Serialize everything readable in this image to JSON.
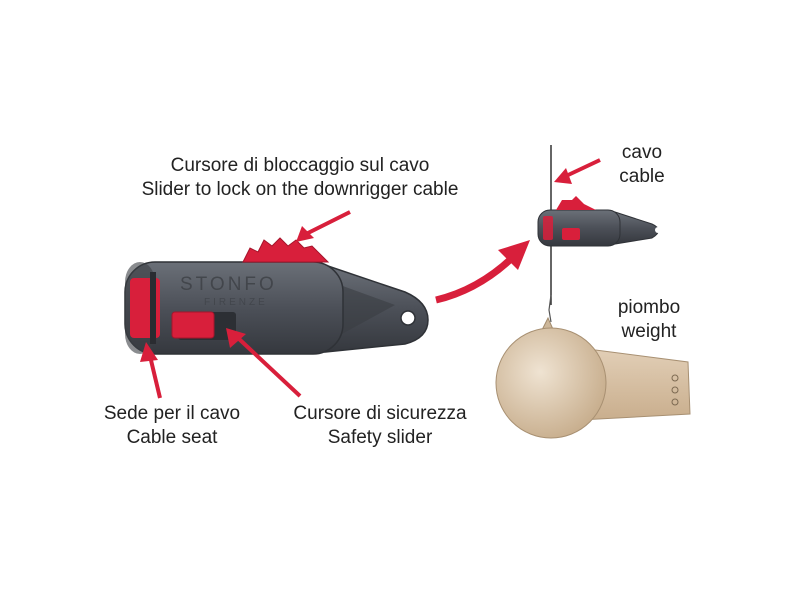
{
  "labels": {
    "slider_lock": {
      "it": "Cursore di bloccaggio sul cavo",
      "en": "Slider to lock on the downrigger cable"
    },
    "cable_seat": {
      "it": "Sede per il cavo",
      "en": "Cable seat"
    },
    "safety_slider": {
      "it": "Cursore di sicurezza",
      "en": "Safety slider"
    },
    "cable": {
      "it": "cavo",
      "en": "cable"
    },
    "weight": {
      "it": "piombo",
      "en": "weight"
    }
  },
  "device_brand": {
    "name": "STONFO",
    "city": "FIRENZE"
  },
  "colors": {
    "body": "#4a4e55",
    "accent_red": "#d81f3b",
    "weight": "#d6c2a8",
    "text": "#222222"
  }
}
